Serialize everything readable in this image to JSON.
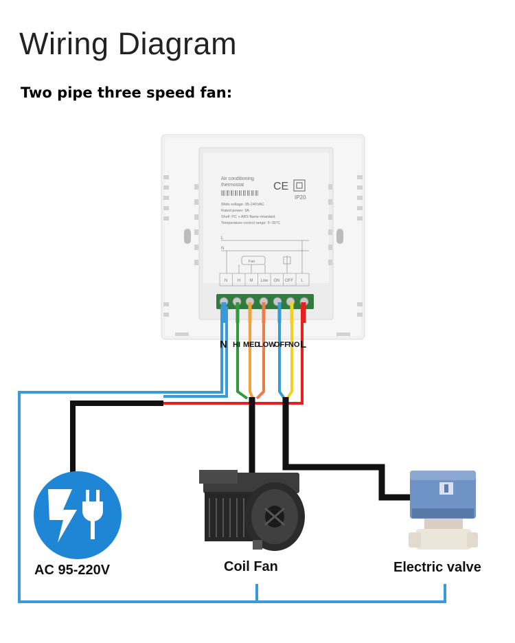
{
  "title": "Wiring Diagram",
  "subtitle": "Two pipe three speed fan:",
  "device": {
    "brand_line1": "Air conditioning",
    "brand_line2": "thermostat",
    "cert": "CE",
    "ip": "IP20",
    "spec1": "Wide voltage: 95-240VAC",
    "spec2": "Rated power: 3A",
    "spec3": "Shell: PC + ABS flame retardant",
    "spec4": "Temperature control range: 5~35°C",
    "fan_label": "Fan",
    "line_L": "L",
    "line_N": "N",
    "terminal_cells": [
      "N",
      "H",
      "M",
      "Low",
      "ON",
      "OFF",
      "L"
    ]
  },
  "terminals": [
    "N",
    "HI",
    "MED",
    "LOW",
    "OFF",
    "NO",
    "L"
  ],
  "components": {
    "power": "AC 95-220V",
    "fan": "Coil Fan",
    "valve": "Electric valve"
  },
  "colors": {
    "blue": "#3a9ad9",
    "green": "#2e9b3a",
    "orange": "#f2a23a",
    "salmon": "#ee7b4a",
    "yellow": "#f2d21a",
    "red": "#e8201c",
    "black": "#111111",
    "power_icon": "#1f86d6"
  },
  "icons": [
    "power-plug-lightning-icon",
    "blower-fan-icon",
    "motorized-valve-icon",
    "ce-mark-icon",
    "double-insulation-icon"
  ]
}
